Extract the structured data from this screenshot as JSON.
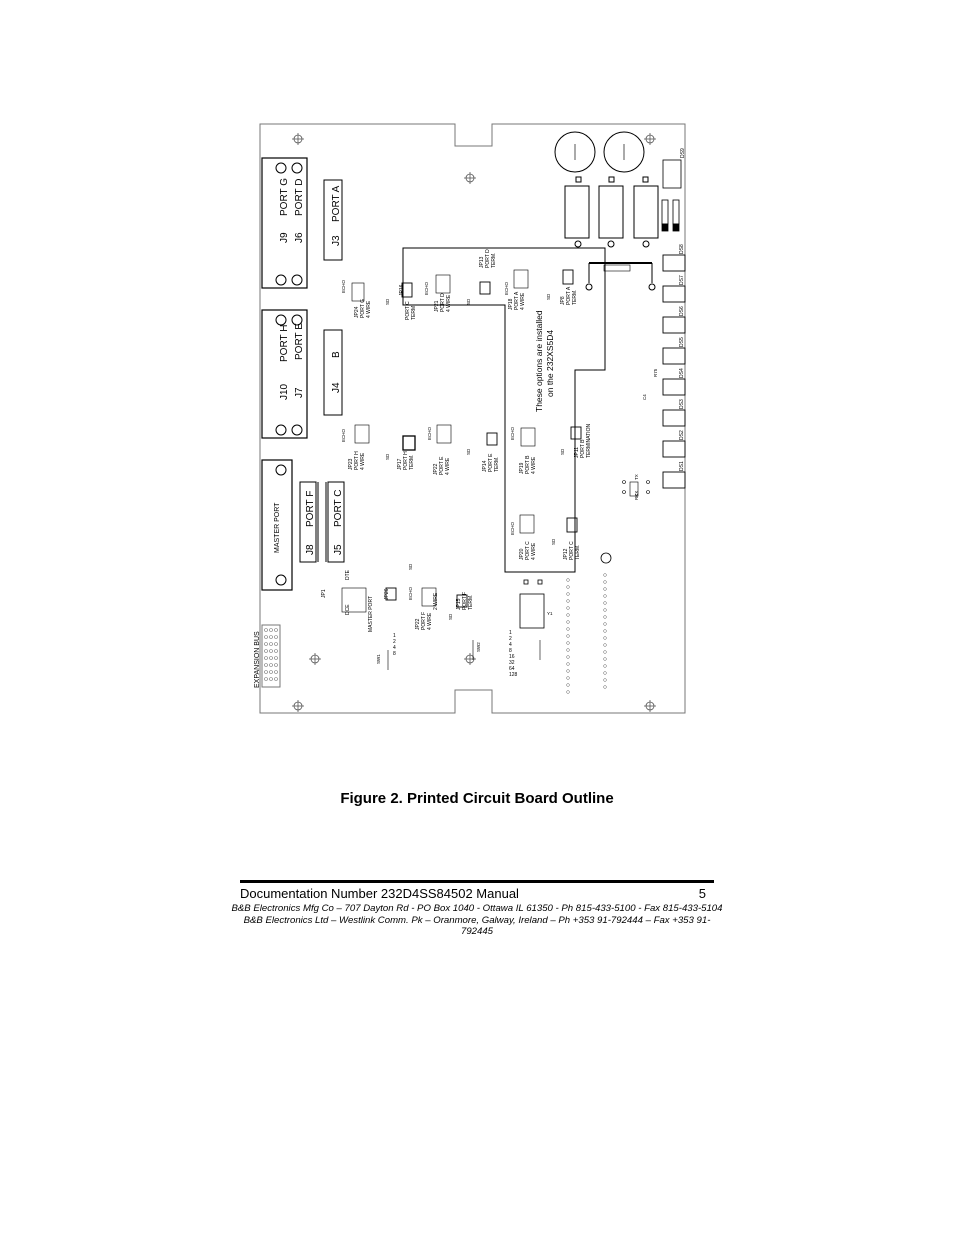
{
  "figure": {
    "caption": "Figure 2.  Printed Circuit Board Outline",
    "board": {
      "ports": {
        "port_g": "PORT G",
        "port_d": "PORT D",
        "j9": "J9",
        "j6": "J6",
        "j3": "J3",
        "port_a": "PORT A",
        "port_h": "PORT H",
        "port_e": "PORT E",
        "j10": "J10",
        "j7": "J7",
        "j4": "J4",
        "b": "B",
        "master_port": "MASTER PORT",
        "port_f": "PORT F",
        "port_c": "PORT C",
        "j8": "J8",
        "j5": "J5"
      },
      "expansion_bus": "EXPANSION BUS",
      "options_note_1": "These options are installed",
      "options_note_2": "on the 232XS5D4",
      "jumpers": [
        "JP24",
        "PORT G",
        "4 WIRE",
        "JP16",
        "PORT C",
        "TERM.",
        "JP21",
        "PORT D",
        "4 WIRE",
        "JP13",
        "PORT D",
        "TERM.",
        "JP18",
        "PORT A",
        "4 WIRE",
        "JP8",
        "PORT A",
        "TERM.",
        "JP23",
        "PORT H",
        "4 WIRE",
        "JP17",
        "PORT H",
        "TERM.",
        "JP22",
        "PORT E",
        "4 WIRE",
        "JP14",
        "PORT E",
        "TERM.",
        "JP19",
        "PORT B",
        "4 WIRE",
        "JP11",
        "PORT B",
        "TERMINATION",
        "JP20",
        "PORT C",
        "4 WIRE",
        "JP12",
        "PORT C",
        "TERM.",
        "JP1",
        "DTE",
        "DCE",
        "MASTER PORT",
        "JP26",
        "JP15",
        "PORT F",
        "TERM.",
        "JP22",
        "PORT F",
        "4 WIRE",
        "2 WIRE"
      ],
      "small_labels": [
        "ECHO",
        "SD",
        "ECHO",
        "SD",
        "ECHO",
        "SD",
        "ECHO",
        "SD",
        "ECHO",
        "SD",
        "SD",
        "ECHO",
        "SD",
        "ECHO",
        "SD",
        "ECHO",
        "SD",
        "Y1",
        "SW1",
        "SW2",
        "R75",
        "C4",
        "TX",
        "RX",
        "CX"
      ],
      "switch_values": [
        "1",
        "2",
        "4",
        "8",
        "16",
        "32",
        "64",
        "128"
      ],
      "leds": [
        "DS8",
        "DS7",
        "DS6",
        "DS5",
        "DS4",
        "DS3",
        "DS2",
        "DS1"
      ],
      "ds9": "DS9"
    }
  },
  "footer": {
    "doc": "Documentation Number 232D4SS84502 Manual",
    "page": "5",
    "line1": "B&B Electronics Mfg Co – 707 Dayton Rd - PO Box 1040 - Ottawa IL 61350 - Ph 815-433-5100 - Fax 815-433-5104",
    "line2": "B&B Electronics Ltd – Westlink Comm. Pk – Oranmore, Galway, Ireland – Ph +353 91-792444 – Fax +353 91-792445"
  }
}
